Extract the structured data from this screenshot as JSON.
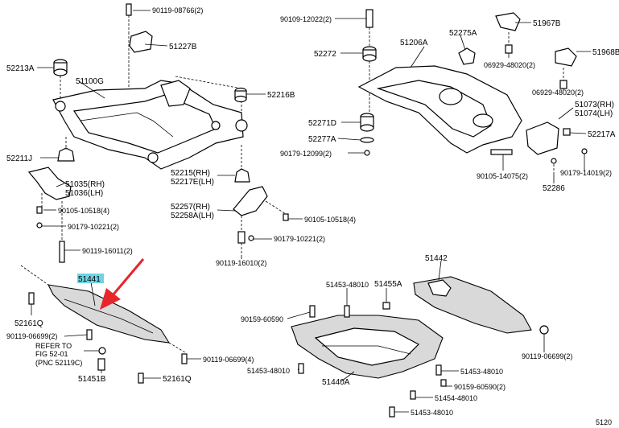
{
  "colors": {
    "highlight": "#6fd3e3",
    "arrow": "#e6262b",
    "ink": "#000000"
  },
  "labels": {
    "p90119_08766": "90119-08766(2)",
    "p51227B": "51227B",
    "p52213A": "52213A",
    "p51100G": "51100G",
    "p52216B": "52216B",
    "p52211J": "52211J",
    "p51035": "51035(RH)",
    "p51036": "51036(LH)",
    "p52215": "52215(RH)",
    "p52217E": "52217E(LH)",
    "p90105_10518_l": "90105-10518(4)",
    "p90179_10221_l": "90179-10221(2)",
    "p90119_16011": "90119-16011(2)",
    "p52257": "52257(RH)",
    "p52258A": "52258A(LH)",
    "p90105_10518_r": "90105-10518(4)",
    "p90179_10221_r": "90179-10221(2)",
    "p90119_16010": "90119-16010(2)",
    "p90109_12022": "90109-12022(2)",
    "p52272": "52272",
    "p51206A": "51206A",
    "p52275A": "52275A",
    "p51967B": "51967B",
    "p06929_a": "06929-48020(2)",
    "p51968B": "51968B",
    "p06929_b": "06929-48020(2)",
    "p52271D": "52271D",
    "p52277A": "52277A",
    "p90179_12099": "90179-12099(2)",
    "p51073": "51073(RH)",
    "p51074": "51074(LH)",
    "p52217A": "52217A",
    "p90105_14075": "90105-14075(2)",
    "p90179_14019": "90179-14019(2)",
    "p52286": "52286",
    "p51441": "51441",
    "p52161Q_l": "52161Q",
    "p90119_06699_l": "90119-06699(2)",
    "refer1": "REFER TO",
    "refer2": "FIG 52-01",
    "refer3": "(PNC 52119C)",
    "p51451B": "51451B",
    "p90119_06699_m": "90119-06699(4)",
    "p52161Q_m": "52161Q",
    "p51442": "51442",
    "p51453_a": "51453-48010",
    "p51455A": "51455A",
    "p90159_60590_l": "90159-60590",
    "p90119_06699_r": "90119-06699(2)",
    "p51453_b": "51453-48010",
    "p51440A": "51440A",
    "p51453_c": "51453-48010",
    "p90159_60590_r": "90159-60590(2)",
    "p51454": "51454-48010",
    "p51453_d": "51453-48010",
    "page_no": "5120"
  }
}
